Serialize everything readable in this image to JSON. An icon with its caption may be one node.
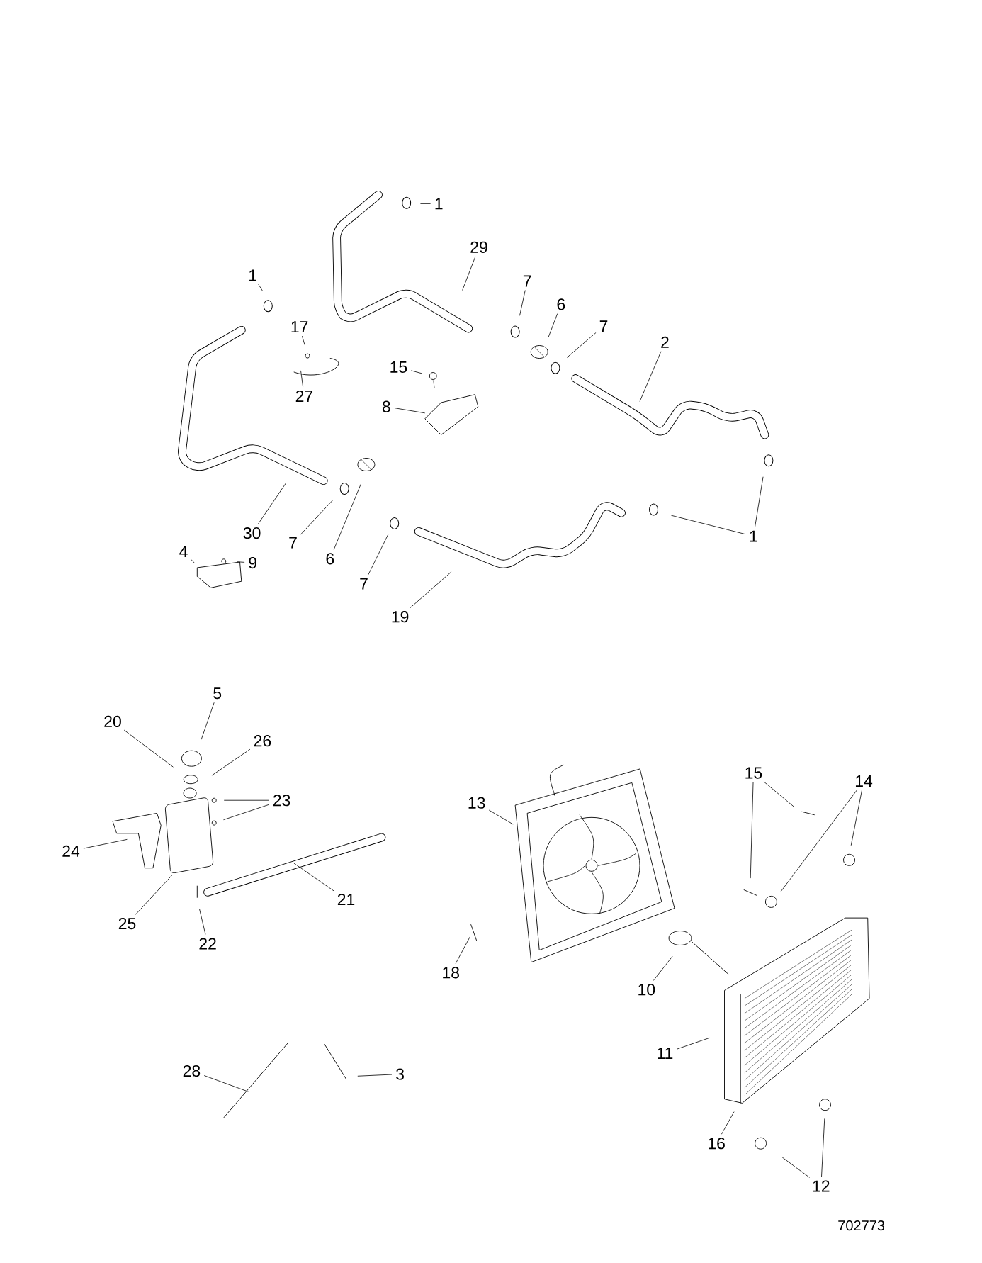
{
  "diagram": {
    "nodes": [
      {
        "text": [
          "1"
        ]
      },
      {
        "text": [
          "29"
        ]
      },
      {
        "text": [
          "7"
        ]
      },
      {
        "text": [
          "6"
        ]
      },
      {
        "text": [
          "7"
        ]
      },
      {
        "text": [
          "1"
        ]
      },
      {
        "text": [
          "17"
        ]
      },
      {
        "text": [
          "2"
        ]
      },
      {
        "text": [
          "15"
        ]
      },
      {
        "text": [
          "27"
        ]
      },
      {
        "text": [
          "8"
        ]
      },
      {
        "text": [
          "30"
        ]
      },
      {
        "text": [
          "7"
        ]
      },
      {
        "text": [
          "6"
        ]
      },
      {
        "text": [
          "4"
        ]
      },
      {
        "text": [
          "9"
        ]
      },
      {
        "text": [
          "1"
        ]
      },
      {
        "text": [
          "7"
        ]
      },
      {
        "text": [
          "19"
        ]
      },
      {
        "text": [
          "5"
        ]
      },
      {
        "text": [
          "20"
        ]
      },
      {
        "text": [
          "26"
        ]
      },
      {
        "text": [
          "15"
        ]
      },
      {
        "text": [
          "14"
        ]
      },
      {
        "text": [
          "23"
        ]
      },
      {
        "text": [
          "13"
        ]
      },
      {
        "text": [
          "24"
        ]
      },
      {
        "text": [
          "21"
        ]
      },
      {
        "text": [
          "25"
        ]
      },
      {
        "text": [
          "22"
        ]
      },
      {
        "text": [
          "18"
        ]
      },
      {
        "text": [
          "10"
        ]
      },
      {
        "text": [
          "11"
        ]
      },
      {
        "text": [
          "28"
        ]
      },
      {
        "text": [
          "3"
        ]
      },
      {
        "text": [
          "16"
        ]
      },
      {
        "text": [
          "12"
        ]
      }
    ],
    "edges": [
      {
        "from": 0,
        "to": null,
        "arrow": "none"
      },
      {
        "from": 1,
        "to": null,
        "arrow": "none"
      },
      {
        "from": 2,
        "to": null,
        "arrow": "none"
      },
      {
        "from": 3,
        "to": null,
        "arrow": "none"
      },
      {
        "from": 4,
        "to": null,
        "arrow": "none"
      },
      {
        "from": 5,
        "to": null,
        "arrow": "none"
      },
      {
        "from": 6,
        "to": null,
        "arrow": "none"
      },
      {
        "from": 7,
        "to": null,
        "arrow": "none"
      },
      {
        "from": 8,
        "to": null,
        "arrow": "none"
      },
      {
        "from": 9,
        "to": null,
        "arrow": "none"
      },
      {
        "from": 10,
        "to": null,
        "arrow": "none"
      },
      {
        "from": 11,
        "to": null,
        "arrow": "none"
      },
      {
        "from": 12,
        "to": null,
        "arrow": "none"
      },
      {
        "from": 13,
        "to": null,
        "arrow": "none"
      },
      {
        "from": 14,
        "to": null,
        "arrow": "none"
      },
      {
        "from": 15,
        "to": null,
        "arrow": "none"
      },
      {
        "from": 16,
        "to": null,
        "arrow": "none"
      },
      {
        "from": 16,
        "to": null,
        "arrow": "none"
      },
      {
        "from": 17,
        "to": null,
        "arrow": "none"
      },
      {
        "from": 18,
        "to": null,
        "arrow": "none"
      },
      {
        "from": 19,
        "to": null,
        "arrow": "none"
      },
      {
        "from": 20,
        "to": null,
        "arrow": "none"
      },
      {
        "from": 21,
        "to": null,
        "arrow": "none"
      },
      {
        "from": 22,
        "to": null,
        "arrow": "none"
      },
      {
        "from": 22,
        "to": null,
        "arrow": "none"
      },
      {
        "from": 23,
        "to": null,
        "arrow": "none"
      },
      {
        "from": 23,
        "to": null,
        "arrow": "none"
      },
      {
        "from": 24,
        "to": null,
        "arrow": "none"
      },
      {
        "from": 24,
        "to": null,
        "arrow": "none"
      },
      {
        "from": 25,
        "to": null,
        "arrow": "none"
      },
      {
        "from": 26,
        "to": null,
        "arrow": "none"
      },
      {
        "from": 27,
        "to": null,
        "arrow": "none"
      },
      {
        "from": 28,
        "to": null,
        "arrow": "none"
      },
      {
        "from": 29,
        "to": null,
        "arrow": "none"
      },
      {
        "from": 30,
        "to": null,
        "arrow": "none"
      },
      {
        "from": 31,
        "to": null,
        "arrow": "none"
      },
      {
        "from": 32,
        "to": null,
        "arrow": "none"
      },
      {
        "from": 33,
        "to": null,
        "arrow": "none"
      },
      {
        "from": 34,
        "to": null,
        "arrow": "none"
      },
      {
        "from": 35,
        "to": null,
        "arrow": "none"
      },
      {
        "from": 36,
        "to": null,
        "arrow": "none"
      },
      {
        "from": 36,
        "to": null,
        "arrow": "none"
      }
    ],
    "labels": [
      "702773"
    ]
  }
}
